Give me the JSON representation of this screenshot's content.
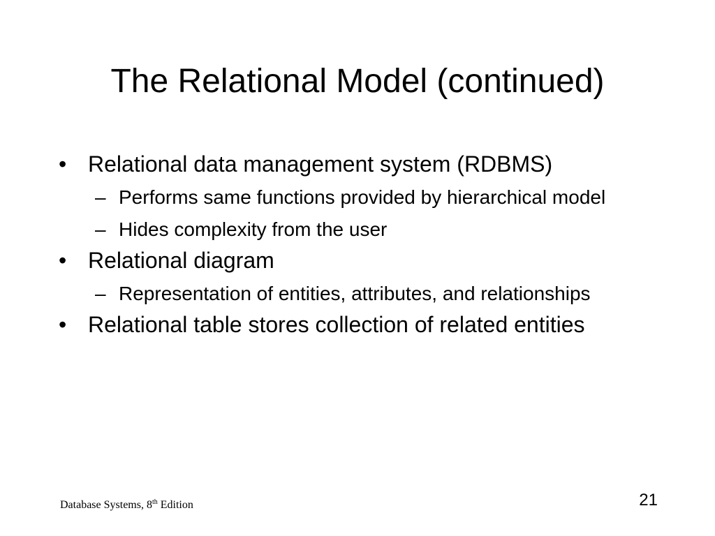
{
  "slide": {
    "title": "The Relational Model (continued)",
    "bullets": [
      {
        "marker": "•",
        "text": "Relational data management system (RDBMS)",
        "sub": [
          {
            "marker": "–",
            "text": "Performs same functions provided by hierarchical model"
          },
          {
            "marker": "–",
            "text": "Hides complexity from the user"
          }
        ]
      },
      {
        "marker": "•",
        "text": "Relational diagram",
        "sub": [
          {
            "marker": "–",
            "text": "Representation of entities, attributes, and relationships"
          }
        ]
      },
      {
        "marker": "•",
        "text": "Relational table stores collection of related entities",
        "sub": []
      }
    ],
    "footer": {
      "source_prefix": "Database Systems, 8",
      "source_superscript": "th",
      "source_suffix": " Edition",
      "page_number": "21"
    }
  }
}
